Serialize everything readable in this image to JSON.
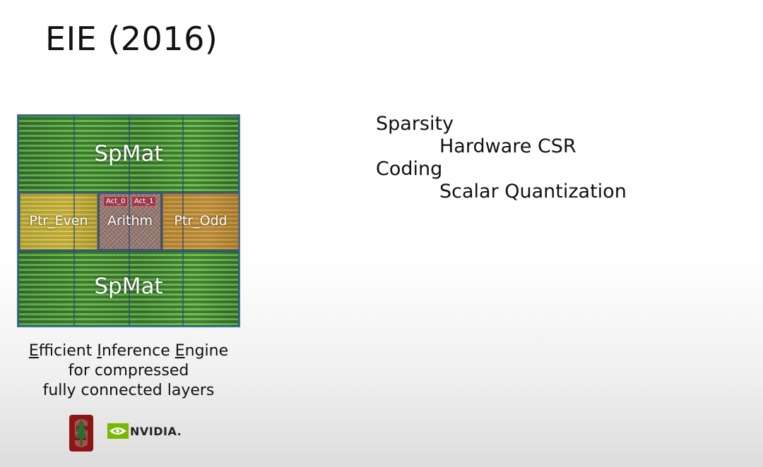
{
  "slide": {
    "title": "EIE (2016)"
  },
  "chip": {
    "spmat_top": "SpMat",
    "spmat_bottom": "SpMat",
    "ptr_even": "Ptr_Even",
    "ptr_odd": "Ptr_Odd",
    "arith": "Arithm",
    "act0": "Act_0",
    "act1": "Act_1"
  },
  "bullets": [
    {
      "text": "Sparsity",
      "level": 1
    },
    {
      "text": "Hardware CSR",
      "level": 2
    },
    {
      "text": "Coding",
      "level": 1
    },
    {
      "text": "Scalar Quantization",
      "level": 2
    }
  ],
  "caption": {
    "e1_first": "E",
    "e1_rest": "fficient ",
    "i_first": "I",
    "i_rest": "nference ",
    "e2_first": "E",
    "e2_rest": "ngine",
    "line2": "for compressed",
    "line3": "fully connected layers"
  },
  "logos": {
    "nvidia": "NVIDIA."
  },
  "colors": {
    "stanford_red": "#8c1515",
    "nvidia_green": "#76b900"
  }
}
